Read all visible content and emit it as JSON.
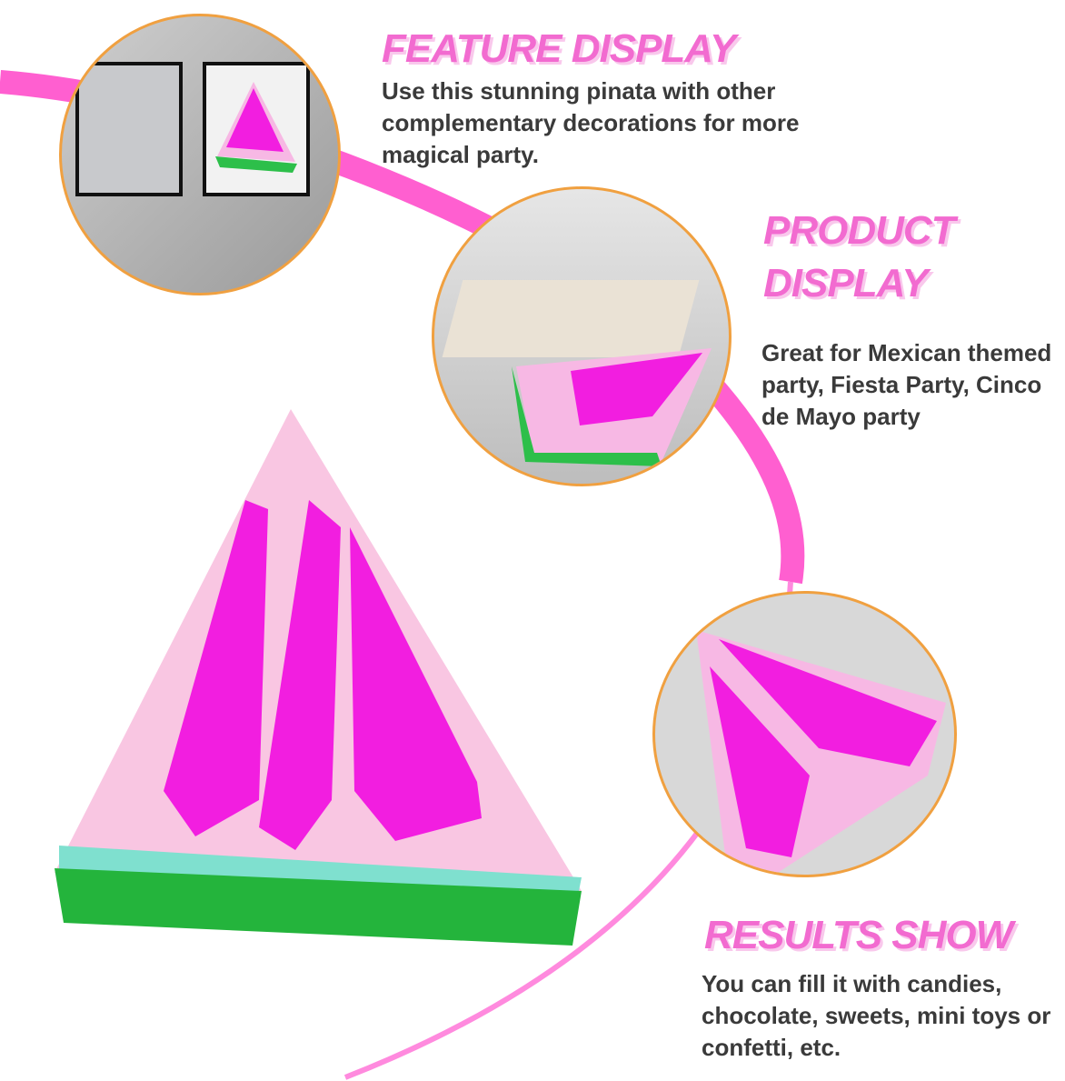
{
  "sections": [
    {
      "title": "FEATURE DISPLAY",
      "text": "Use this stunning pinata with other complementary decorations for more magical party."
    },
    {
      "title_line1": "PRODUCT",
      "title_line2": "DISPLAY",
      "text": "Great for Mexican themed party, Fiesta Party, Cinco de Mayo party"
    },
    {
      "title": "RESULTS SHOW",
      "text": "You can fill it with candies, chocolate, sweets, mini toys or confetti, etc."
    }
  ],
  "colors": {
    "accent": "#f26bd0",
    "arc": "#ff5fd0",
    "circle_border": "#f0a040",
    "melon": "#f21ee0",
    "rind": "#2dbf4a"
  }
}
